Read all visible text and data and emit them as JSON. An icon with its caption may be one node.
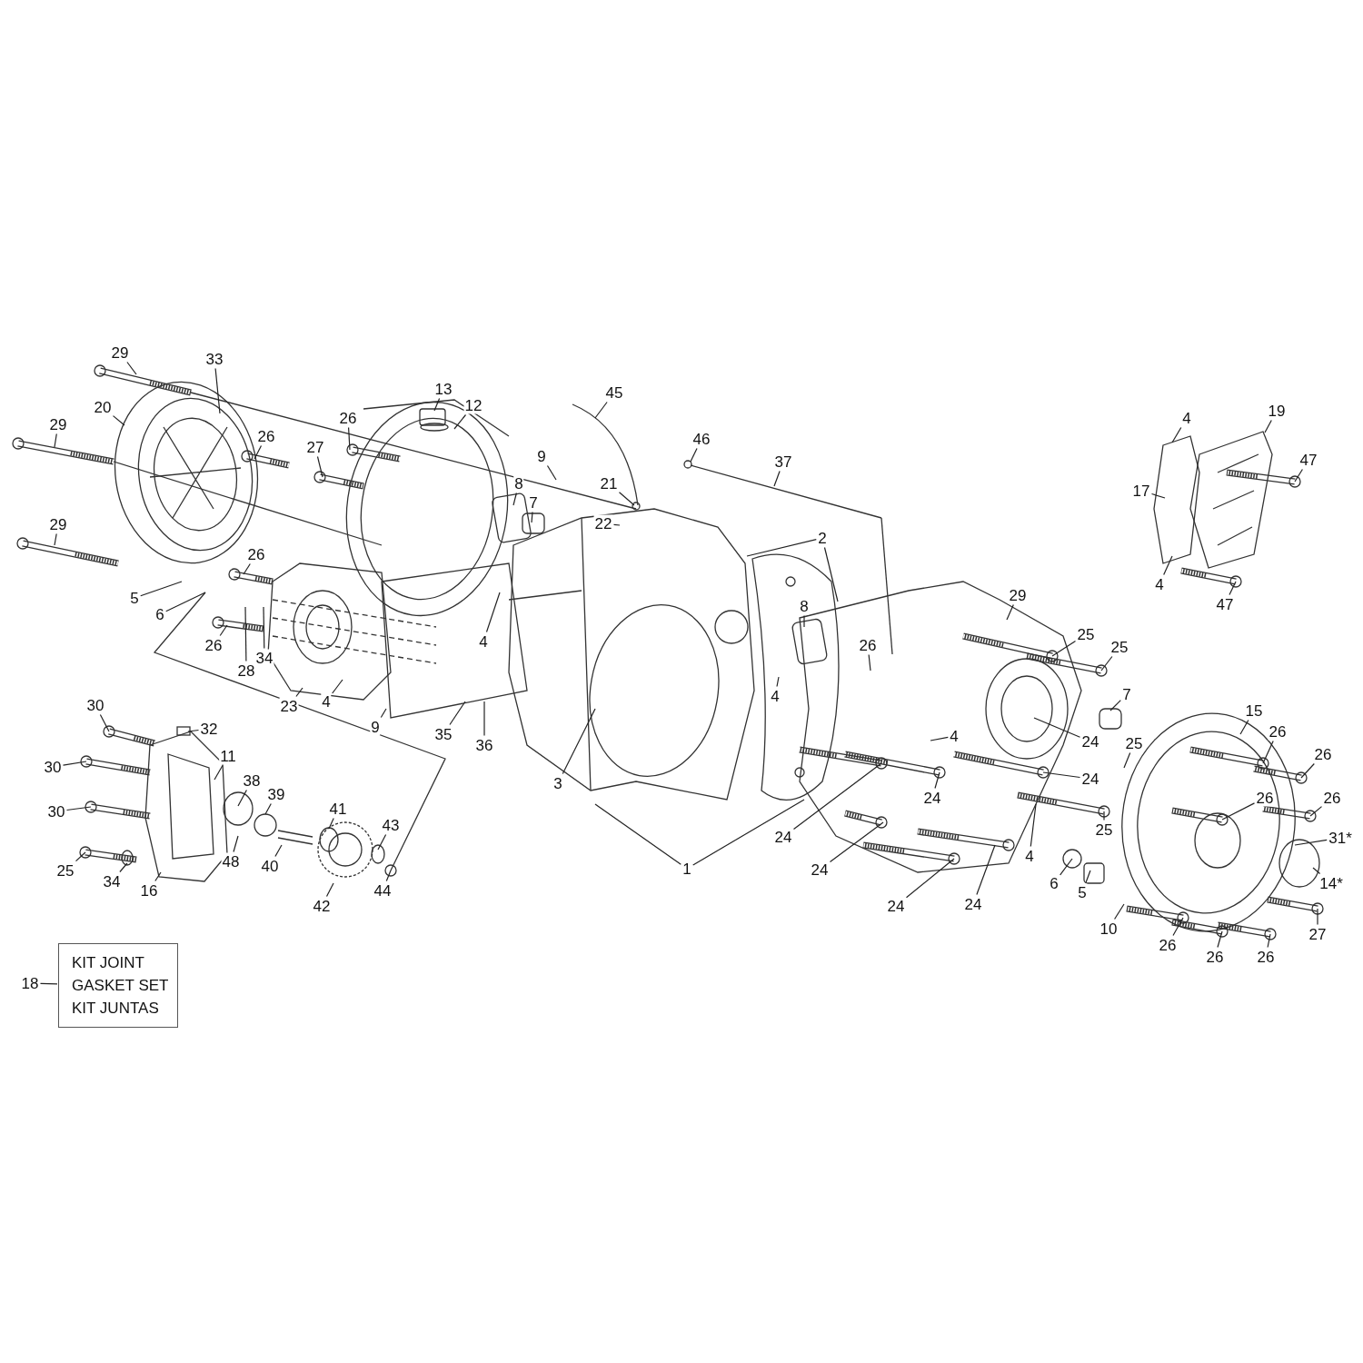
{
  "diagram": {
    "nodes": [
      {
        "text": [
          "29"
        ]
      },
      {
        "text": [
          "33"
        ]
      },
      {
        "text": [
          "20"
        ]
      },
      {
        "text": [
          "29"
        ]
      },
      {
        "text": [
          "26"
        ]
      },
      {
        "text": [
          "13"
        ]
      },
      {
        "text": [
          "12"
        ]
      },
      {
        "text": [
          "26"
        ]
      },
      {
        "text": [
          "27"
        ]
      },
      {
        "text": [
          "9"
        ]
      },
      {
        "text": [
          "45"
        ]
      },
      {
        "text": [
          "46"
        ]
      },
      {
        "text": [
          "37"
        ]
      },
      {
        "text": [
          "21"
        ]
      },
      {
        "text": [
          "22"
        ]
      },
      {
        "text": [
          "8"
        ]
      },
      {
        "text": [
          "7"
        ]
      },
      {
        "text": [
          "2"
        ]
      },
      {
        "text": [
          "29"
        ]
      },
      {
        "text": [
          "5"
        ]
      },
      {
        "text": [
          "6"
        ]
      },
      {
        "text": [
          "26"
        ]
      },
      {
        "text": [
          "26"
        ]
      },
      {
        "text": [
          "28"
        ]
      },
      {
        "text": [
          "34"
        ]
      },
      {
        "text": [
          "4"
        ]
      },
      {
        "text": [
          "8"
        ]
      },
      {
        "text": [
          "26"
        ]
      },
      {
        "text": [
          "29"
        ]
      },
      {
        "text": [
          "25"
        ]
      },
      {
        "text": [
          "25"
        ]
      },
      {
        "text": [
          "4"
        ]
      },
      {
        "text": [
          "23"
        ]
      },
      {
        "text": [
          "4"
        ]
      },
      {
        "text": [
          "9"
        ]
      },
      {
        "text": [
          "35"
        ]
      },
      {
        "text": [
          "36"
        ]
      },
      {
        "text": [
          "3"
        ]
      },
      {
        "text": [
          "7"
        ]
      },
      {
        "text": [
          "24"
        ]
      },
      {
        "text": [
          "4"
        ]
      },
      {
        "text": [
          "24"
        ]
      },
      {
        "text": [
          "25"
        ]
      },
      {
        "text": [
          "24"
        ]
      },
      {
        "text": [
          "25"
        ]
      },
      {
        "text": [
          "24"
        ]
      },
      {
        "text": [
          "24"
        ]
      },
      {
        "text": [
          "24"
        ]
      },
      {
        "text": [
          "24"
        ]
      },
      {
        "text": [
          "1"
        ]
      },
      {
        "text": [
          "4"
        ]
      },
      {
        "text": [
          "6"
        ]
      },
      {
        "text": [
          "5"
        ]
      },
      {
        "text": [
          "10"
        ]
      },
      {
        "text": [
          "15"
        ]
      },
      {
        "text": [
          "26"
        ]
      },
      {
        "text": [
          "26"
        ]
      },
      {
        "text": [
          "26"
        ]
      },
      {
        "text": [
          "26"
        ]
      },
      {
        "text": [
          "31*"
        ]
      },
      {
        "text": [
          "14*"
        ]
      },
      {
        "text": [
          "27"
        ]
      },
      {
        "text": [
          "26"
        ]
      },
      {
        "text": [
          "26"
        ]
      },
      {
        "text": [
          "26"
        ]
      },
      {
        "text": [
          "4"
        ]
      },
      {
        "text": [
          "19"
        ]
      },
      {
        "text": [
          "47"
        ]
      },
      {
        "text": [
          "17"
        ]
      },
      {
        "text": [
          "4"
        ]
      },
      {
        "text": [
          "47"
        ]
      },
      {
        "text": [
          "30"
        ]
      },
      {
        "text": [
          "32"
        ]
      },
      {
        "text": [
          "11"
        ]
      },
      {
        "text": [
          "30"
        ]
      },
      {
        "text": [
          "38"
        ]
      },
      {
        "text": [
          "39"
        ]
      },
      {
        "text": [
          "30"
        ]
      },
      {
        "text": [
          "41"
        ]
      },
      {
        "text": [
          "43"
        ]
      },
      {
        "text": [
          "25"
        ]
      },
      {
        "text": [
          "34"
        ]
      },
      {
        "text": [
          "16"
        ]
      },
      {
        "text": [
          "48"
        ]
      },
      {
        "text": [
          "40"
        ]
      },
      {
        "text": [
          "44"
        ]
      },
      {
        "text": [
          "42"
        ]
      },
      {
        "text": [
          "18"
        ]
      },
      {
        "text": [
          "KIT JOINT",
          "GASKET SET",
          "KIT JUNTAS"
        ]
      }
    ],
    "edges": [
      {
        "from": 0,
        "to": null,
        "arrow": "none"
      },
      {
        "from": 1,
        "to": null,
        "arrow": "none"
      },
      {
        "from": 2,
        "to": null,
        "arrow": "none"
      },
      {
        "from": 3,
        "to": null,
        "arrow": "none"
      },
      {
        "from": 4,
        "to": null,
        "arrow": "none"
      },
      {
        "from": 5,
        "to": null,
        "arrow": "none"
      },
      {
        "from": 6,
        "to": null,
        "arrow": "none"
      },
      {
        "from": 7,
        "to": null,
        "arrow": "none"
      },
      {
        "from": 8,
        "to": null,
        "arrow": "none"
      },
      {
        "from": 9,
        "to": null,
        "arrow": "none"
      },
      {
        "from": 10,
        "to": null,
        "arrow": "none"
      },
      {
        "from": 11,
        "to": null,
        "arrow": "none"
      },
      {
        "from": 12,
        "to": null,
        "arrow": "none"
      },
      {
        "from": 13,
        "to": null,
        "arrow": "none"
      },
      {
        "from": 14,
        "to": null,
        "arrow": "none"
      },
      {
        "from": 15,
        "to": null,
        "arrow": "none"
      },
      {
        "from": 16,
        "to": null,
        "arrow": "none"
      },
      {
        "from": 17,
        "to": null,
        "arrow": "none"
      },
      {
        "from": 17,
        "to": null,
        "arrow": "none"
      },
      {
        "from": 18,
        "to": null,
        "arrow": "none"
      },
      {
        "from": 19,
        "to": null,
        "arrow": "none"
      },
      {
        "from": 20,
        "to": null,
        "arrow": "none"
      },
      {
        "from": 21,
        "to": null,
        "arrow": "none"
      },
      {
        "from": 22,
        "to": null,
        "arrow": "none"
      },
      {
        "from": 23,
        "to": null,
        "arrow": "none"
      },
      {
        "from": 24,
        "to": null,
        "arrow": "none"
      },
      {
        "from": 25,
        "to": null,
        "arrow": "none"
      },
      {
        "from": 26,
        "to": null,
        "arrow": "none"
      },
      {
        "from": 27,
        "to": null,
        "arrow": "none"
      },
      {
        "from": 28,
        "to": null,
        "arrow": "none"
      },
      {
        "from": 29,
        "to": null,
        "arrow": "none"
      },
      {
        "from": 30,
        "to": null,
        "arrow": "none"
      },
      {
        "from": 31,
        "to": null,
        "arrow": "none"
      },
      {
        "from": 32,
        "to": null,
        "arrow": "none"
      },
      {
        "from": 33,
        "to": null,
        "arrow": "none"
      },
      {
        "from": 34,
        "to": null,
        "arrow": "none"
      },
      {
        "from": 35,
        "to": null,
        "arrow": "none"
      },
      {
        "from": 36,
        "to": null,
        "arrow": "none"
      },
      {
        "from": 37,
        "to": null,
        "arrow": "none"
      },
      {
        "from": 38,
        "to": null,
        "arrow": "none"
      },
      {
        "from": 39,
        "to": null,
        "arrow": "none"
      },
      {
        "from": 40,
        "to": null,
        "arrow": "none"
      },
      {
        "from": 41,
        "to": null,
        "arrow": "none"
      },
      {
        "from": 42,
        "to": null,
        "arrow": "none"
      },
      {
        "from": 43,
        "to": null,
        "arrow": "none"
      },
      {
        "from": 44,
        "to": null,
        "arrow": "none"
      },
      {
        "from": 45,
        "to": null,
        "arrow": "none"
      },
      {
        "from": 46,
        "to": null,
        "arrow": "none"
      },
      {
        "from": 47,
        "to": null,
        "arrow": "none"
      },
      {
        "from": 48,
        "to": null,
        "arrow": "none"
      },
      {
        "from": 49,
        "to": null,
        "arrow": "none"
      },
      {
        "from": 49,
        "to": null,
        "arrow": "none"
      },
      {
        "from": 50,
        "to": null,
        "arrow": "none"
      },
      {
        "from": 51,
        "to": null,
        "arrow": "none"
      },
      {
        "from": 52,
        "to": null,
        "arrow": "none"
      },
      {
        "from": 53,
        "to": null,
        "arrow": "none"
      },
      {
        "from": 54,
        "to": null,
        "arrow": "none"
      },
      {
        "from": 55,
        "to": null,
        "arrow": "none"
      },
      {
        "from": 56,
        "to": null,
        "arrow": "none"
      },
      {
        "from": 57,
        "to": null,
        "arrow": "none"
      },
      {
        "from": 58,
        "to": null,
        "arrow": "none"
      },
      {
        "from": 59,
        "to": null,
        "arrow": "none"
      },
      {
        "from": 60,
        "to": null,
        "arrow": "none"
      },
      {
        "from": 61,
        "to": null,
        "arrow": "none"
      },
      {
        "from": 62,
        "to": null,
        "arrow": "none"
      },
      {
        "from": 63,
        "to": null,
        "arrow": "none"
      },
      {
        "from": 64,
        "to": null,
        "arrow": "none"
      },
      {
        "from": 65,
        "to": null,
        "arrow": "none"
      },
      {
        "from": 66,
        "to": null,
        "arrow": "none"
      },
      {
        "from": 67,
        "to": null,
        "arrow": "none"
      },
      {
        "from": 68,
        "to": null,
        "arrow": "none"
      },
      {
        "from": 69,
        "to": null,
        "arrow": "none"
      },
      {
        "from": 70,
        "to": null,
        "arrow": "none"
      },
      {
        "from": 71,
        "to": null,
        "arrow": "none"
      },
      {
        "from": 72,
        "to": null,
        "arrow": "none"
      },
      {
        "from": 73,
        "to": null,
        "arrow": "none"
      },
      {
        "from": 74,
        "to": null,
        "arrow": "none"
      },
      {
        "from": 75,
        "to": null,
        "arrow": "none"
      },
      {
        "from": 76,
        "to": null,
        "arrow": "none"
      },
      {
        "from": 77,
        "to": null,
        "arrow": "none"
      },
      {
        "from": 78,
        "to": null,
        "arrow": "none"
      },
      {
        "from": 79,
        "to": null,
        "arrow": "none"
      },
      {
        "from": 80,
        "to": null,
        "arrow": "none"
      },
      {
        "from": 81,
        "to": null,
        "arrow": "none"
      },
      {
        "from": 82,
        "to": null,
        "arrow": "none"
      },
      {
        "from": 83,
        "to": null,
        "arrow": "none"
      },
      {
        "from": 84,
        "to": null,
        "arrow": "none"
      },
      {
        "from": 85,
        "to": null,
        "arrow": "none"
      },
      {
        "from": 86,
        "to": null,
        "arrow": "none"
      },
      {
        "from": 87,
        "to": 88,
        "arrow": "none"
      }
    ]
  }
}
